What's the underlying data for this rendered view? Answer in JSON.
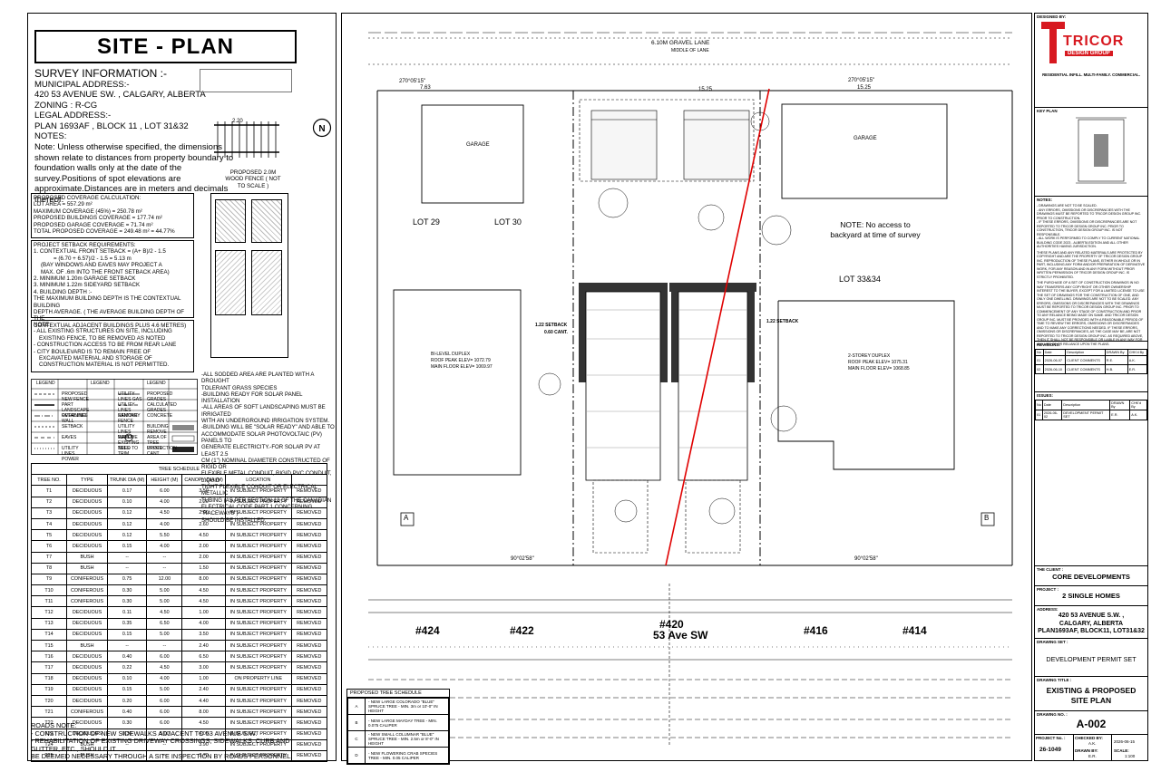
{
  "title": "SITE - PLAN",
  "survey": {
    "heading": "SURVEY INFORMATION :-",
    "municipal_label": "MUNICIPAL ADDRESS:-",
    "municipal_address": "420 53 AVENUE SW. , CALGARY, ALBERTA",
    "zoning": "ZONING : R-CG",
    "legal_label": "LEGAL ADDRESS:-",
    "legal_address": "PLAN 1693AF , BLOCK 11 , LOT 31&32",
    "notes_label": "NOTES:",
    "notes_text": "Note: Unless otherwise specified, the dimensions shown relate to distances from property boundary to foundation walls only at the date of the survey.Positions of spot elevations are approximate.Distances are in meters and decimals thereof."
  },
  "coverage": {
    "heading": "PROPOSED COVERAGE CALCULATION:",
    "lines": [
      "LOT AREA = 557.29 m²",
      "MAXIMUM COVERAGE (45%) = 250.78 m²",
      "PROPOSED BUILDINGS COVERAGE = 177.74 m²",
      "PROPOSED GARAGE COVERAGE = 71.74 m²",
      "TOTAL PROPOSED COVERAGE = 249.48 m² = 44.77%"
    ]
  },
  "setback": {
    "heading": "PROJECT SETBACK REQUIREMENTS:",
    "lines": [
      "1. CONTEXTUAL FRONT SETBACK = (A+ B)/2 - 1.5",
      "= (6.70 + 6.57)/2 - 1.5 = 5.13 m",
      "(BAY WINDOWS AND EAVES MAY PROJECT A",
      "MAX. OF .6m INTO THE FRONT SETBACK AREA)",
      "2. MINIMUM 1.20m GARAGE SETBACK",
      "3. MINIMUM 1.22m SIDEYARD SETBACK",
      "4. BUILDING DEPTH :-",
      "THE MAXIMUM BUILDING DEPTH IS THE CONTEXTUAL BUILDING",
      "DEPTH AVERAGE. ( THE AVERAGE BUILDING DEPTH OF THE",
      "CONTEXTUAL ADJACENT BUILDINGS PLUS 4.6 METRES)"
    ]
  },
  "note_box": {
    "heading": "NOTE:",
    "lines": [
      "- ALL EXISTING STRUCTURES ON SITE, INCLUDING",
      "EXISTING FENCE, TO BE REMOVED AS NOTED",
      "- CONSTRUCTION ACCESS TO BE FROM REAR LANE",
      "- CITY BOULEVARD IS TO REMAIN FREE OF",
      "EXCAVATED MATERIAL AND STORAGE OF",
      "CONSTRUCTION MATERIAL IS NOT PERMITTED."
    ]
  },
  "legend": {
    "header": "LEGEND",
    "items": [
      "PROPOSED NEW FENCE",
      "UTILITY LINES GAS",
      "PROPOSED GRADES",
      "PART LANDSCAPE RETAINING WALL",
      "UTILITY LINES SANITARY",
      "CALCULATED GRADES",
      "OVERLINES",
      "REMOVE FENCE",
      "CONCRETE",
      "SETBACK",
      "UTILITY LINES WATER",
      "BUILDING REMOVE",
      "EAVES",
      "REMOVE EXISTING TREE",
      "AREA OF TREE PROTECTION",
      "UTILITY LINES POWER",
      "NEED TO TRIM",
      "UPPER CANT"
    ]
  },
  "sod_notes": [
    "-ALL SODDED AREA ARE PLANTED WITH A DROUGHT",
    "TOLERANT GRASS SPECIES",
    "-BUILDING READY FOR SOLAR PANEL INSTALLATION",
    "-ALL AREAS OF SOFT LANDSCAPING MUST BE IRRIGATED",
    "WITH AN UNDERGROUND IRRIGATION SYSTEM.",
    "-BUILDING WILL BE \"SOLAR READY\" AND ABLE TO",
    "ACCOMMODATE SOLAR PHOTOVOLTAIC (PV) PANELS TO",
    "GENERATE ELECTRICITY.-FOR SOLAR PV AT LEAST 2.5",
    "CM (1\") NOMINAL DIAMETER CONSTRUCTED OF RIGID OR",
    "FLEXIBLE METAL CONDUIT, RIGID PVC CONDUIT, LIQUID",
    "TIGHT FLEXIBLE CONDUIT OR ELECTRICAL METALLIC",
    "TUBING (AS PER SECTION 12 OF THE CANADIAN",
    "ELECTRICAL CODE PART 1 CONCERNING \"RACEWAYS\")",
    "SHOULD BE INSTALLED."
  ],
  "tree_schedule": {
    "title": "TREE SCHEDULE",
    "headers": [
      "TREE NO.",
      "TYPE",
      "TRUNK DIA (M)",
      "HEIGHT (M)",
      "CANOPY DIA (M)",
      "LOCATION",
      ""
    ],
    "rows": [
      [
        "T1",
        "DECIDUOUS",
        "0.17",
        "6.00",
        "3.50",
        "IN SUBJECT PROPERTY",
        "REMOVED"
      ],
      [
        "T2",
        "DECIDUOUS",
        "0.10",
        "4.00",
        "2.20",
        "IN SUBJECT PROPERTY",
        "REMOVED"
      ],
      [
        "T3",
        "DECIDUOUS",
        "0.12",
        "4.50",
        "2.00",
        "IN SUBJECT PROPERTY",
        "REMOVED"
      ],
      [
        "T4",
        "DECIDUOUS",
        "0.12",
        "4.00",
        "2.60",
        "IN SUBJECT PROPERTY",
        "REMOVED"
      ],
      [
        "T5",
        "DECIDUOUS",
        "0.12",
        "5.50",
        "4.50",
        "IN SUBJECT PROPERTY",
        "REMOVED"
      ],
      [
        "T6",
        "DECIDUOUS",
        "0.15",
        "4.00",
        "2.00",
        "IN SUBJECT PROPERTY",
        "REMOVED"
      ],
      [
        "T7",
        "BUSH",
        "--",
        "--",
        "2.00",
        "IN SUBJECT PROPERTY",
        "REMOVED"
      ],
      [
        "T8",
        "BUSH",
        "--",
        "--",
        "1.50",
        "IN SUBJECT PROPERTY",
        "REMOVED"
      ],
      [
        "T9",
        "CONIFEROUS",
        "0.75",
        "12.00",
        "8.00",
        "IN SUBJECT PROPERTY",
        "REMOVED"
      ],
      [
        "T10",
        "CONIFEROUS",
        "0.30",
        "5.00",
        "4.50",
        "IN SUBJECT PROPERTY",
        "REMOVED"
      ],
      [
        "T11",
        "CONIFEROUS",
        "0.30",
        "5.00",
        "4.50",
        "IN SUBJECT PROPERTY",
        "REMOVED"
      ],
      [
        "T12",
        "DECIDUOUS",
        "0.11",
        "4.50",
        "1.00",
        "IN SUBJECT PROPERTY",
        "REMOVED"
      ],
      [
        "T13",
        "DECIDUOUS",
        "0.35",
        "6.50",
        "4.00",
        "IN SUBJECT PROPERTY",
        "REMOVED"
      ],
      [
        "T14",
        "DECIDUOUS",
        "0.15",
        "5.00",
        "3.50",
        "IN SUBJECT PROPERTY",
        "REMOVED"
      ],
      [
        "T15",
        "BUSH",
        "--",
        "--",
        "2.40",
        "IN SUBJECT PROPERTY",
        "REMOVED"
      ],
      [
        "T16",
        "DECIDUOUS",
        "0.40",
        "6.00",
        "6.50",
        "IN SUBJECT PROPERTY",
        "REMOVED"
      ],
      [
        "T17",
        "DECIDUOUS",
        "0.22",
        "4.50",
        "3.00",
        "IN SUBJECT PROPERTY",
        "REMOVED"
      ],
      [
        "T18",
        "DECIDUOUS",
        "0.10",
        "4.00",
        "1.00",
        "ON PROPERTY LINE",
        "REMOVED"
      ],
      [
        "T19",
        "DECIDUOUS",
        "0.15",
        "5.00",
        "2.40",
        "IN SUBJECT PROPERTY",
        "REMOVED"
      ],
      [
        "T20",
        "DECIDUOUS",
        "0.20",
        "6.00",
        "4.40",
        "IN SUBJECT PROPERTY",
        "REMOVED"
      ],
      [
        "T21",
        "CONIFEROUS",
        "0.40",
        "6.00",
        "8.00",
        "IN SUBJECT PROPERTY",
        "REMOVED"
      ],
      [
        "T22",
        "DECIDUOUS",
        "0.30",
        "6.00",
        "4.50",
        "IN SUBJECT PROPERTY",
        "REMOVED"
      ],
      [
        "T23",
        "DECIDUOUS",
        "0.30",
        "5.00",
        "4.00",
        "IN SUBJECT PROPERTY",
        "REMOVED"
      ],
      [
        "T24",
        "BUSH",
        "--",
        "--",
        "3.90",
        "IN SUBJECT PROPERTY",
        "REMOVED"
      ],
      [
        "T25",
        "BUSH",
        "--",
        "--",
        "3.70",
        "IN SUBJECT PROPERTY",
        "REMOVED"
      ]
    ]
  },
  "roads_note": {
    "heading": "ROADS NOTE:",
    "lines": [
      "- CONSTRUCTION OF NEW SIDEWALKS ADJACENT TO 53 AVENUE S.W.",
      "- REHABILITATION OF EXISTING DRIVEWAY CROSSINGS, SIDEWALKS, CURB AND",
      "GUTTER, ETC., SHOULD IT",
      "BE DEEMED NECESSARY THROUGH A SITE INSPECTION BY ROADS PERSONNEL."
    ]
  },
  "fence": {
    "dim": "2.20",
    "caption": "PROPOSED 2.0M WOOD FENCE ( NOT TO SCALE )"
  },
  "plan": {
    "lane": "6.10M GRAVEL LANE",
    "lane_sub": "MIDDLE OF LANE",
    "lot29": "LOT 29",
    "lot30": "LOT 30",
    "lot3334": "LOT 33&34",
    "no_access": "NOTE: No access to backyard at time of survey",
    "garage": "GARAGE",
    "left_house": [
      "BI-LEVEL DUPLEX",
      "ROOF PEAK ELEV= 1072.79",
      "MAIN FLOOR ELEV= 1069.97"
    ],
    "right_house": [
      "2-STOREY DUPLEX",
      "ROOF PEAK ELEV= 1075.31",
      "MAIN FLOOR ELEV= 1068.85"
    ],
    "bearing_top_left": "270°05'15\"",
    "bearing_top_right": "270°05'15\"",
    "bearing_bottom": "90°02'58\"",
    "dim_top_left": "7.63",
    "dim_top_right": "15.25",
    "dim_mid": "15.25",
    "addr_424": "#424",
    "addr_422": "#422",
    "addr_420": "#420",
    "street": "53 Ave SW",
    "addr_416": "#416",
    "addr_414": "#414",
    "marker_a": "A",
    "marker_b": "B",
    "setback_label": "1.22 SETBACK",
    "upper_cant": "0.60 CANT."
  },
  "proposed_tree_schedule": {
    "title": "PROPOSED TREE SCHEDULE",
    "rows": [
      [
        "A",
        "- NEW LARGE COLORADO \"BLUE\" SPRUCE TREE - MIN. 3m or 10'-0\" IN HEIGHT"
      ],
      [
        "B",
        "- NEW LARGE MAYDAY TREE - MIN. 0.075 CALIPER"
      ],
      [
        "C",
        "- NEW SMALL COLUMNAR \"BLUE\" SPRUCE TREE - MIN. 2.5m or 8'-0\" IN HEIGHT"
      ],
      [
        "D",
        "- NEW FLOWERING CRAB SPECIES TREE - MIN. 0.05 CALIPER"
      ]
    ]
  },
  "title_block": {
    "designed_by": "DESIGNED BY:",
    "logo_main": "TRICOR",
    "logo_sub": "DESIGN GROUP",
    "firm_desc": "RESIDENTIAL INFILL. MULTI-FAMILY. COMMERCIAL.",
    "key_plan": "KEY PLAN",
    "notes_label": "NOTES:",
    "notes": [
      "- DRAWINGS ARE NOT TO BE SCALED.",
      "- ANY ERRORS, OMISSIONS OR DISCREPANCIES WITH THE DRAWINGS MUST BE REPORTED TO TRICOR DESIGN GROUP INC. PRIOR TO CONSTRUCTION.",
      "- IF THESE ERRORS, OMISSIONS OR DISCREPANCIES ARE NOT REPORTED TO TRICOR DESIGN GROUP INC. PRIOR TO CONSTRUCTION, TRICOR DESIGN GROUP INC. IS NOT RESPONSIBLE.",
      "- ALL WORK IS PERFORMED TO COMPLY TO CURRENT NATIONAL BUILDING CODE 2023 - ALBERTA EDITION AND ALL OTHER AUTHORITIES HAVING JURISDICTION.",
      "THESE PLANS AND ANY RELATED MATERIALS ARE PROTECTED BY COPYRIGHT AND ARE THE PROPERTY OF TRICOR DESIGN GROUP INC. REPRODUCTION OF THESE PLANS, EITHER IN WHOLE OR IN PART, INCLUDING ANY FORM AND/OR PREPARATION OF DERIVATIVE WORK, FOR ANY REASON AND IN ANY FORM WITHOUT PRIOR WRITTEN PERMISSION OF TRICOR DESIGN GROUP INC. IS STRICTLY PROHIBITED.",
      "THE PURCHASE OF A SET OF CONSTRUCTION DRAWINGS IN NO WAY TRANSFERS ANY COPYRIGHT OR OTHER OWNERSHIP INTEREST TO THE BUYER, EXCEPT FOR A LIMITED LICENSE TO USE THE SET OF DRAWINGS FOR THE CONSTRUCTION OF ONE, AND ONLY ONE DWELLING. DRAWINGS ARE NOT TO BE SCALED. ANY ERRORS, OMISSIONS OR DISCREPANCIES WITH THE DRAWINGS MUST BE REPORTED TO TRICOR DESIGN GROUP INC. PRIOR TO COMMENCEMENT OF ANY STAGE OF CONSTRUCTION AND PRIOR TO ANY RELIANCE BEING MADE ON SAME. AND TRICOR DESIGN GROUP INC. MUST BE PROVIDED WITH A REASONABLE PERIOD OF TIME TO REVIEW THE ERRORS, OMISSIONS OR DISCREPANCIES AND TO MAKE ANY CORRECTIONS NEEDED. IF THESE ERRORS, OMISSIONS OR DISCREPANCIES, AS THE CASE MAY BE, ARE NOT REPORTED TO TRICOR DESIGN GROUP INC. AS REQUIRED ABOVE, THEN IT SHALL NOT BE RESPONSIBLE OR LIABLE IN ANY WAY FOR ANY USE OF OR RELIANCE UPON THE PLANS."
    ],
    "revisions_label": "REVISIONS:",
    "rev_headers": [
      "No",
      "Date",
      "Description",
      "DRAWN By",
      "CHK'd By"
    ],
    "revisions": [
      [
        "01",
        "2026-06-07",
        "CLIENT COMMENTS",
        "R.E.",
        "A.K."
      ],
      [
        "02",
        "2026-06-10",
        "CLIENT COMMENTS",
        "H.B.",
        "E.R."
      ]
    ],
    "issues_label": "ISSUES:",
    "iss_headers": [
      "No",
      "Date",
      "Description",
      "DRAWN By",
      "CHK'd By"
    ],
    "issues": [
      [
        "01",
        "2026-06-02",
        "DEVELOPMENT PERMIT SET",
        "E.R.",
        "A.K."
      ]
    ],
    "client_label": "THE CLIENT :",
    "client": "CORE DEVELOPMENTS",
    "project_label": "PROJECT :",
    "project": "2 SINGLE HOMES",
    "address_label": "ADDRESS:",
    "address": [
      "420 53 AVENUE S.W. ,",
      "CALGARY, ALBERTA",
      "PLAN1693AF, BLOCK11, LOT31&32"
    ],
    "drawing_set_label": "DRAWING SET :",
    "drawing_set": "DEVELOPMENT PERMIT SET",
    "drawing_title_label": "DRAWING TITLE :",
    "drawing_title": [
      "EXISTING & PROPOSED",
      "SITE PLAN"
    ],
    "drawing_no_label": "DRAWING NO. :",
    "drawing_no": "A-002",
    "project_no_label": "PROJECT No. :",
    "project_no": "26-1049",
    "checked_by_label": "CHECKED BY:",
    "checked_by": "A.K.",
    "date": "2026-06-15",
    "drawn_by_label": "DRAWN BY:",
    "drawn_by": "E.R.",
    "scale_label": "SCALE:",
    "scale": "1:100"
  },
  "colors": {
    "red_line": "#e00000",
    "logo_red": "#d71920",
    "hatch": "#444444"
  }
}
